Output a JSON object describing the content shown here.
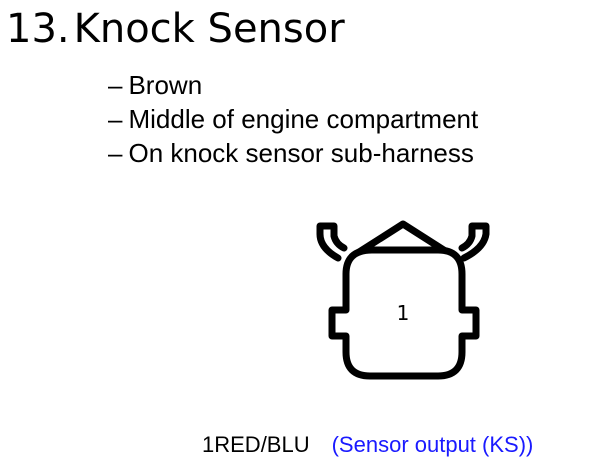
{
  "title": {
    "number": "13.",
    "text": "Knock Sensor"
  },
  "bullets": [
    {
      "dash": "–",
      "text": "Brown"
    },
    {
      "dash": "–",
      "text": "Middle of engine compartment"
    },
    {
      "dash": "–",
      "text": "On knock sensor sub-harness"
    }
  ],
  "connector": {
    "pin_number": "1"
  },
  "pin_table": [
    {
      "pin": "1",
      "wire": "RED/BLU",
      "function": "(Sensor output (KS))"
    }
  ],
  "colors": {
    "text": "#000000",
    "function_text": "#1a1aff",
    "connector_stroke": "#000000",
    "background": "#ffffff"
  }
}
